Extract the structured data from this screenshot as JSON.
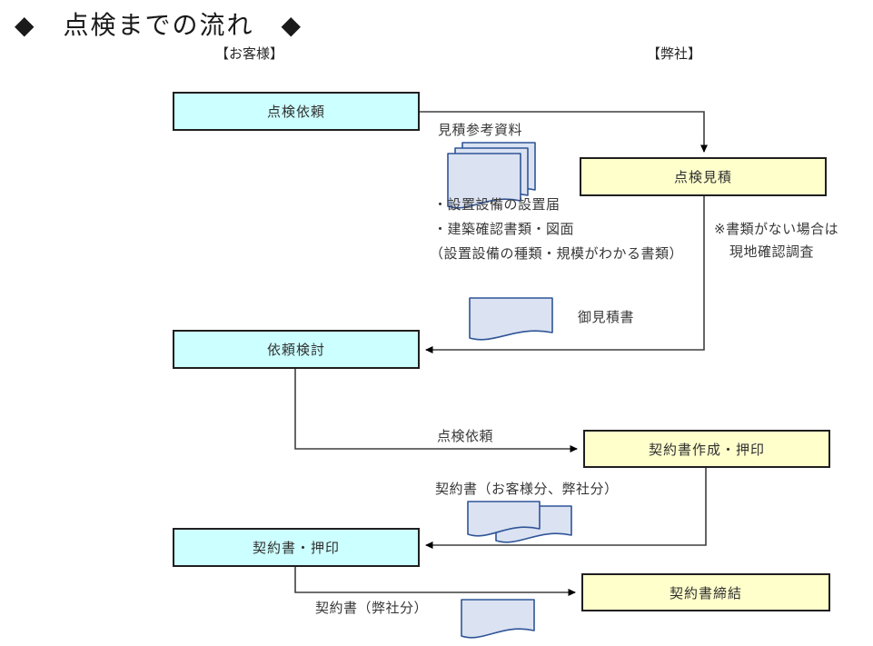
{
  "title": "◆　点検までの流れ　◆",
  "columns": {
    "customer": "【お客様】",
    "company": "【弊社】"
  },
  "colors": {
    "customer_box_fill": "#ccffff",
    "company_box_fill": "#ffffcc",
    "box_border": "#1f1f1f",
    "document_fill": "#dbe2f2",
    "document_stroke": "#2f5597",
    "connector": "#3f3f3f"
  },
  "boxes": {
    "inspection_request": "点検依頼",
    "inspection_quote": "点検見積",
    "request_review": "依頼検討",
    "contract_create": "契約書作成・押印",
    "contract_seal": "契約書・押印",
    "contract_conclude": "契約書締結"
  },
  "annotations": {
    "quote_reference": "見積参考資料",
    "bullet1": "・設置設備の設置届",
    "bullet2": "・建築確認書類・図面",
    "bullet3": "（設置設備の種類・規模がわかる書類）",
    "note_line1": "※書類がない場合は",
    "note_line2": "現地確認調査",
    "quotation_doc": "御見積書",
    "inspection_request_arrow": "点検依頼",
    "contract_both": "契約書（お客様分、弊社分）",
    "contract_company": "契約書（弊社分）"
  }
}
